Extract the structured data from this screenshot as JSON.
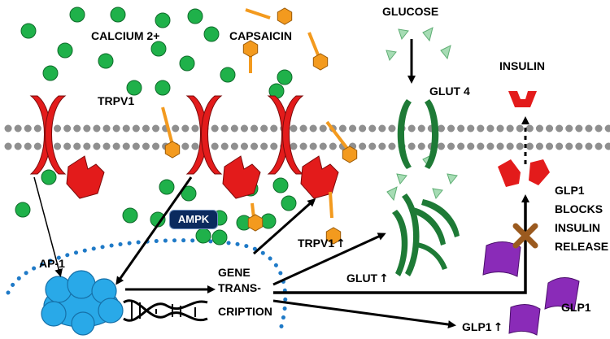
{
  "labels": {
    "calcium": "CALCIUM 2+",
    "capsaicin": "CAPSAICIN",
    "trpv1": "TRPV1",
    "glucose": "GLUCOSE",
    "glut4": "GLUT 4",
    "insulin": "INSULIN",
    "ampk": "AMPK",
    "ap1": "AP-1",
    "gene_line1": "GENE",
    "gene_line2": "TRANS-",
    "gene_line3": "CRIPTION",
    "trpv1_up": "TRPV1",
    "glut_up": "GLUT",
    "glp1_up": "GLP1",
    "glp1_blocks_1": "GLP1",
    "glp1_blocks_2": "BLOCKS",
    "glp1_blocks_3": "INSULIN",
    "glp1_blocks_4": "RELEASE",
    "glp1": "GLP1",
    "up_arrow": "↑"
  },
  "colors": {
    "calcium": "#1fb14a",
    "capsaicin": "#f39a1e",
    "trpv1_channel": "#e31b1b",
    "glut": "#1e7a36",
    "glucose": "#a6dcb4",
    "membrane": "#8f8f8f",
    "nucleus_dots": "#1f7ac7",
    "ap1_cloud": "#29a9e8",
    "ampk_box": "#0b2a5e",
    "glp1": "#8a2bb8",
    "block_x": "#9b5a1f"
  }
}
